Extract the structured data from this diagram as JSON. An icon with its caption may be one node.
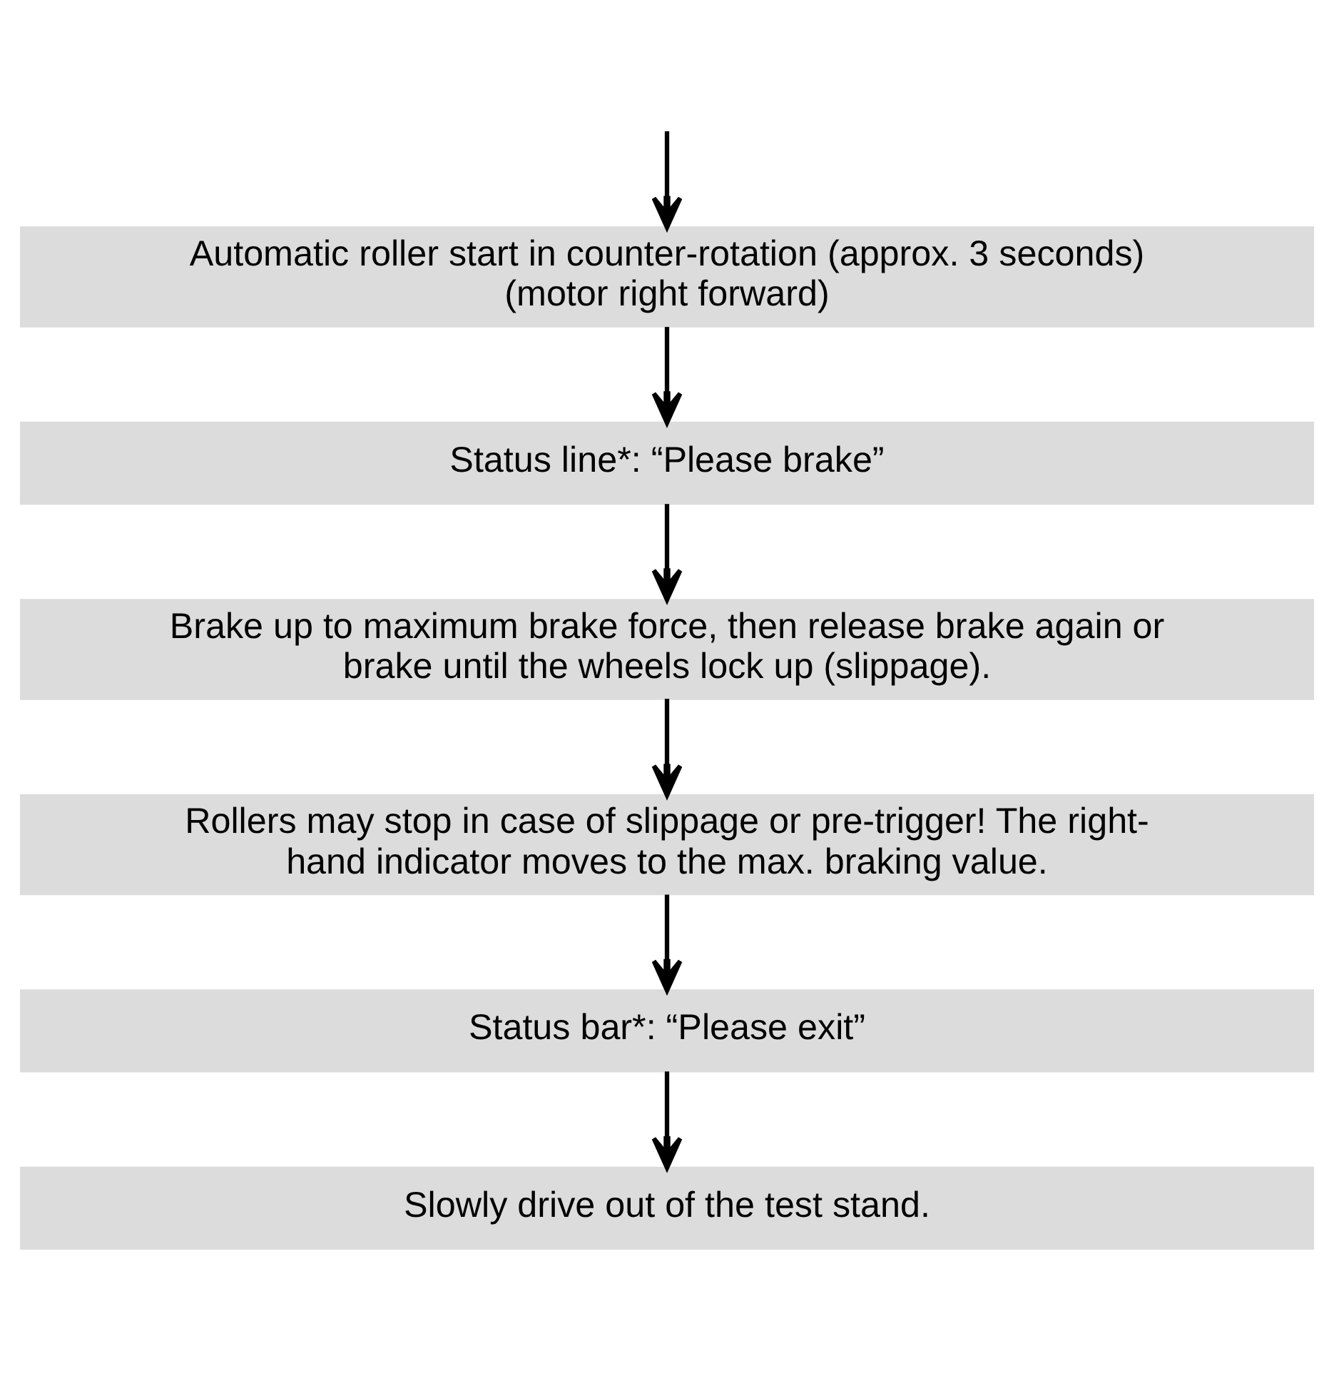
{
  "diagram": {
    "nodes": [
      {
        "text": [
          "Automatic roller start in counter-rotation (approx. 3 seconds) (motor right forward)"
        ]
      },
      {
        "text": [
          "Status line*: “Please brake”"
        ]
      },
      {
        "text": [
          "Brake up to maximum brake force, then release brake again or brake until the wheels lock up (slippage)."
        ]
      },
      {
        "text": [
          "Rollers may stop in case of slippage or pre-trigger! The right-hand indicator moves to the max. braking value."
        ]
      },
      {
        "text": [
          "Status bar*: “Please exit”"
        ]
      },
      {
        "text": [
          "Slowly drive out of the test stand."
        ]
      }
    ],
    "edges": [
      {
        "from": null,
        "to": 0,
        "arrow": "to"
      },
      {
        "from": 0,
        "to": 1,
        "arrow": "to"
      },
      {
        "from": 1,
        "to": 2,
        "arrow": "to"
      },
      {
        "from": 2,
        "to": 3,
        "arrow": "to"
      },
      {
        "from": 3,
        "to": 4,
        "arrow": "to"
      },
      {
        "from": 4,
        "to": 5,
        "arrow": "to"
      }
    ]
  }
}
